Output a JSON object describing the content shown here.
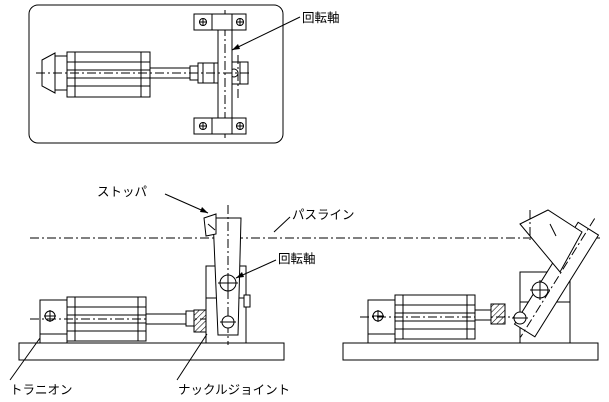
{
  "labels": {
    "pivot_top": "回転軸",
    "stopper": "ストッパ",
    "pass_line": "パスライン",
    "pivot_mid": "回転軸",
    "trunnion": "トラニオン",
    "knuckle_joint": "ナックルジョイント"
  },
  "colors": {
    "line": "#000000",
    "hatch": "#000000",
    "background": "#ffffff"
  }
}
